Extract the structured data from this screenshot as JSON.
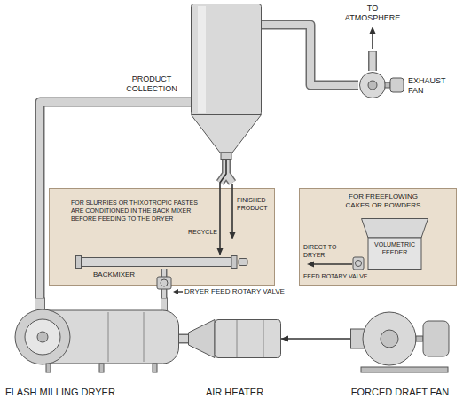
{
  "diagram": {
    "nodes": [
      {
        "text": [
          "PRODUCT COLLECTION"
        ]
      },
      {
        "text": [
          "EXHAUST FAN"
        ]
      },
      {
        "text": [
          "FOR SLURRIES OR THIXOTROPIC PASTES ARE CONDITIONED IN THE BACK MIXER BEFORE FEEDING TO THE DRYER"
        ]
      },
      {
        "text": [
          "BACKMIXER"
        ],
        "in": 2
      },
      {
        "text": [
          "FOR FREEFLOWING CAKES OR POWDERS"
        ]
      },
      {
        "text": [
          "VOLUMETRIC FEEDER"
        ],
        "in": 4
      },
      {
        "text": [
          "FLASH MILLING DRYER"
        ]
      },
      {
        "text": [
          "AIR HEATER"
        ]
      },
      {
        "text": [
          "FORCED DRAFT FAN"
        ]
      }
    ],
    "edges": [
      {
        "from": 8,
        "to": 7,
        "arrow": "to"
      },
      {
        "from": 7,
        "to": 6,
        "arrow": "none"
      },
      {
        "from": 6,
        "to": 0,
        "arrow": "none"
      },
      {
        "from": 0,
        "to": 1,
        "arrow": "none"
      },
      {
        "from": 0,
        "to": 3,
        "arrow": "to",
        "label": "RECYCLE"
      },
      {
        "from": 3,
        "to": 6,
        "arrow": "none"
      }
    ],
    "labels": [
      "TO ATMOSPHERE",
      "FINISHED PRODUCT",
      "DIRECT TO DRYER",
      "FEED ROTARY VALVE",
      "DRYER FEED ROTARY VALVE"
    ]
  }
}
